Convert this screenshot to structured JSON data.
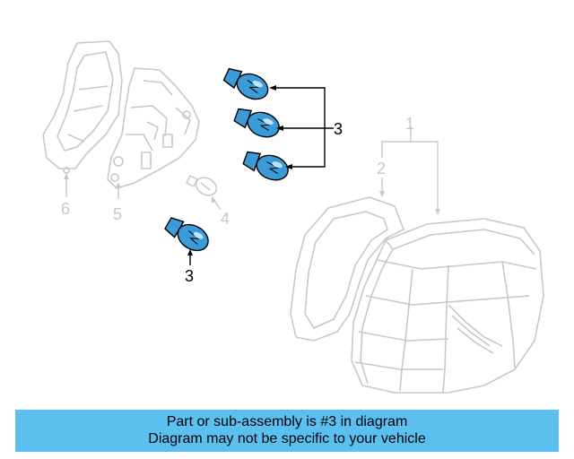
{
  "diagram": {
    "callouts": {
      "part1": "1",
      "part2": "2",
      "part3_group": "3",
      "part3_single": "3",
      "part4": "4",
      "part5": "5",
      "part6": "6"
    },
    "colors": {
      "highlight_bulb": "#3b9bd8",
      "highlight_bulb_light": "#bfe3f7",
      "faded_line": "#c8c8c8",
      "active_line": "#000000"
    }
  },
  "banner": {
    "line1": "Part or sub-assembly is #3 in diagram",
    "line2": "Diagram may not be specific to your vehicle",
    "background": "#5bc0f0"
  }
}
